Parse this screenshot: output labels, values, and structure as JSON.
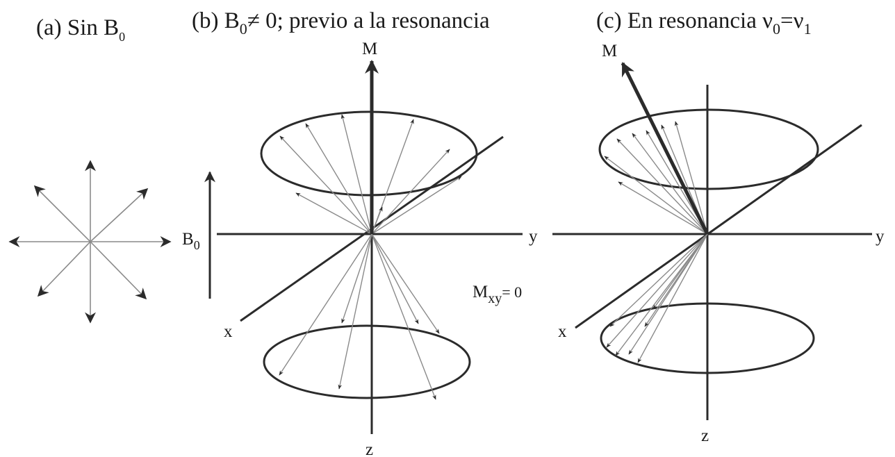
{
  "panels": [
    {
      "id": "a",
      "title_text": "(a) Sin B",
      "title_sub": "0"
    },
    {
      "id": "b",
      "title_prefix": "(b) B",
      "title_sub": "0",
      "title_rest": "≠ 0; previo a la resonancia",
      "label_M": "M",
      "label_B": "B",
      "label_B_sub": "0",
      "label_x": "x",
      "label_y": "y",
      "label_z": "z",
      "label_Mxy": "M",
      "label_Mxy_sub": "xy",
      "label_Mxy_rest": "= 0"
    },
    {
      "id": "c",
      "title_prefix": "(c) En resonancia ν",
      "title_sub1": "0",
      "title_eq": "=ν",
      "title_sub2": "1",
      "label_M": "M",
      "label_x": "x",
      "label_y": "y",
      "label_z": "z"
    }
  ],
  "colors": {
    "ink": "#2b2b2b",
    "thin": "#8a8a8a"
  }
}
